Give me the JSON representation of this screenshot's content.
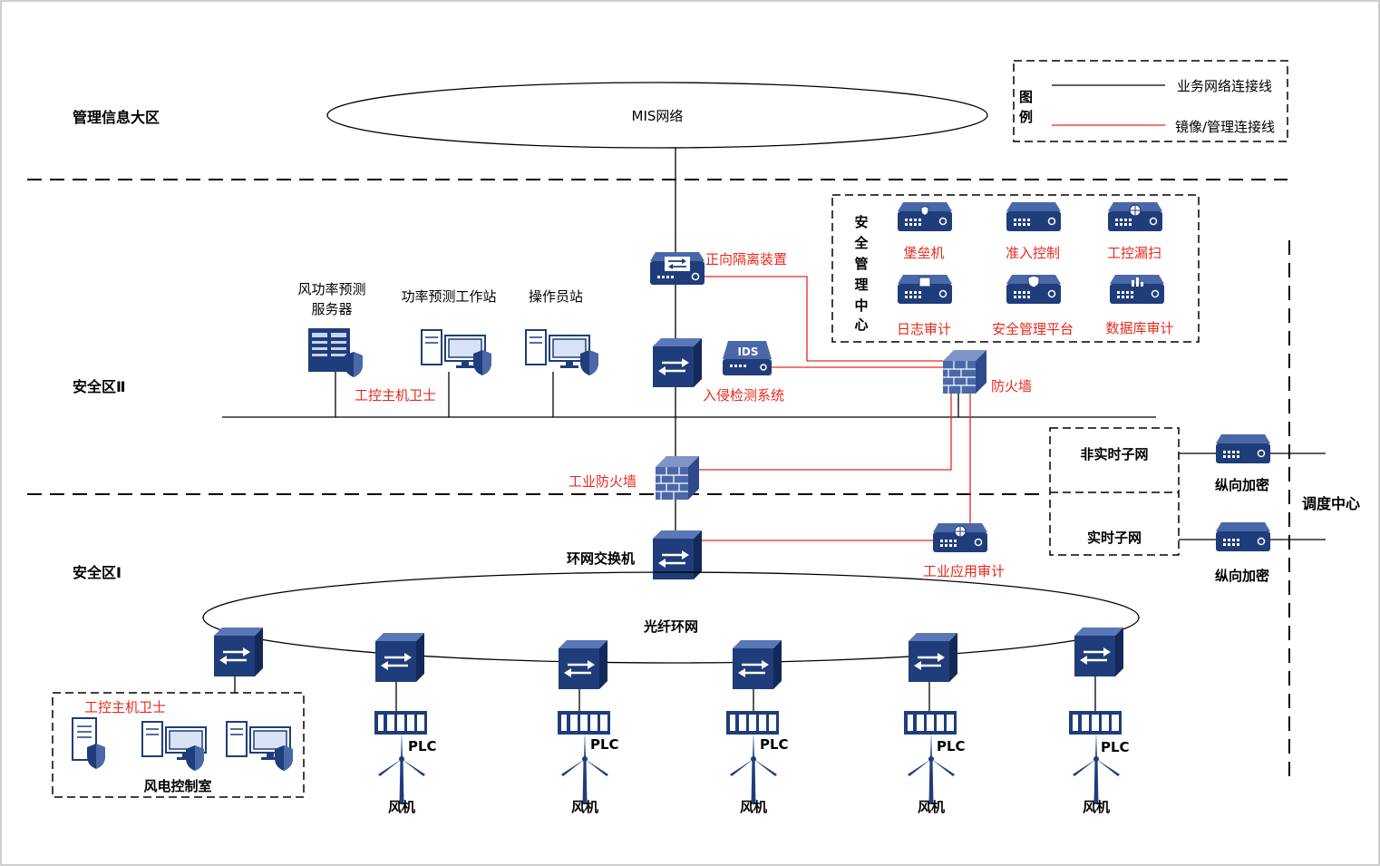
{
  "zones": {
    "mis_zone": "管理信息大区",
    "zone2": "安全区Ⅱ",
    "zone1": "安全区Ⅰ",
    "dispatch": "调度中心"
  },
  "mis": {
    "label": "MIS网络"
  },
  "legend": {
    "title_1": "图",
    "title_2": "例",
    "business_line": "业务网络连接线",
    "mirror_line": "镜像/管理连接线"
  },
  "security_center": {
    "title_chars": [
      "安",
      "全",
      "管",
      "理",
      "中",
      "心"
    ],
    "items": [
      "堡垒机",
      "准入控制",
      "工控漏扫",
      "日志审计",
      "安全管理平台",
      "数据库审计"
    ]
  },
  "devices": {
    "forward_isolation": "正向隔离装置",
    "ids_tag": "IDS",
    "ids": "入侵检测系统",
    "firewall": "防火墙",
    "industrial_firewall": "工业防火墙",
    "ring_switch": "环网交换机",
    "industrial_audit": "工业应用审计",
    "wind_server_1": "风功率预测",
    "wind_server_2": "服务器",
    "power_ws": "功率预测工作站",
    "operator": "操作员站",
    "host_guard": "工控主机卫士",
    "host_guard_2": "工控主机卫士",
    "control_room": "风电控制室",
    "fiber_ring": "光纤环网",
    "plc": "PLC",
    "turbine": "风机"
  },
  "subnets": {
    "non_realtime": "非实时子网",
    "realtime": "实时子网",
    "encryption": "纵向加密"
  },
  "colors": {
    "device_blue": "#1f3d7a",
    "mirror_red": "#e8281c"
  }
}
